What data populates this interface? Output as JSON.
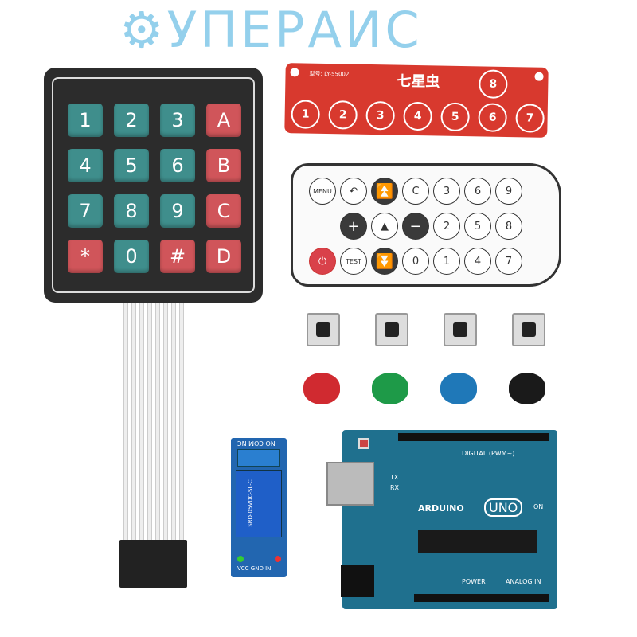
{
  "keypad": {
    "keys": [
      "1",
      "2",
      "3",
      "A",
      "4",
      "5",
      "6",
      "B",
      "7",
      "8",
      "9",
      "C",
      "*",
      "0",
      "#",
      "D"
    ],
    "colors": {
      "teal": "#3f8e8c",
      "red": "#d0555a"
    }
  },
  "touch_sensor": {
    "model": "型号: LY-55002",
    "brand": "七星虫",
    "pads": [
      "1",
      "2",
      "3",
      "4",
      "5",
      "6",
      "7",
      "8"
    ],
    "color": "#d8392e"
  },
  "remote": {
    "buttons": [
      "MENU",
      "↶",
      "⏫",
      "C",
      "3",
      "6",
      "9",
      "",
      "+",
      "▲",
      "−",
      "2",
      "5",
      "8",
      "⏻",
      "TEST",
      "⏬",
      "0",
      "1",
      "4",
      "7"
    ]
  },
  "buttons": {
    "cap_colors": [
      "#d02a30",
      "#1e9a48",
      "#1f78b8",
      "#1a1a1a"
    ]
  },
  "relay": {
    "labels": [
      "NO COM NC",
      "SRD-05VDC-SL-C",
      "VCC GND IN"
    ]
  },
  "arduino": {
    "logo": "ARDUINO",
    "model": "UNO",
    "labels": [
      "DIGITAL (PWM~)",
      "POWER",
      "ANALOG IN",
      "TX",
      "RX",
      "ON"
    ]
  },
  "watermark": "УПЕРАИС"
}
